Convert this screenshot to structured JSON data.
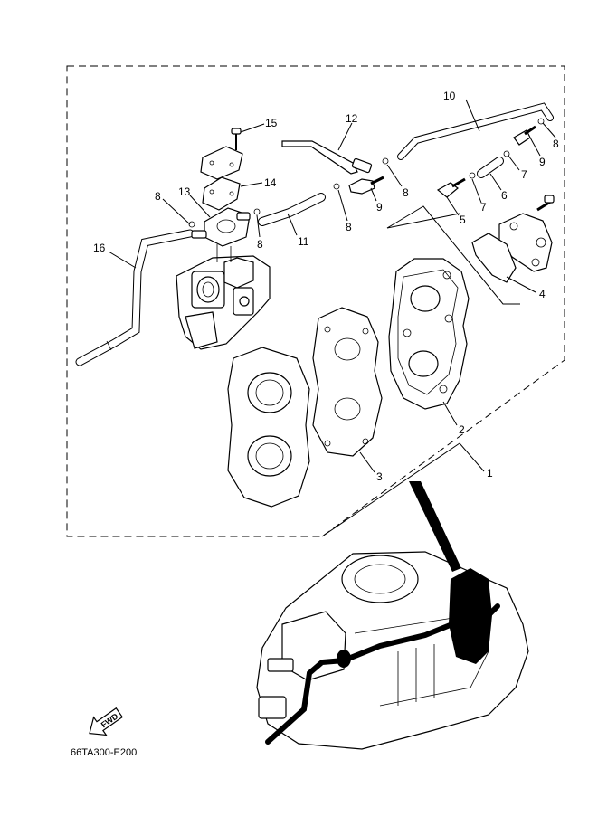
{
  "callouts": [
    {
      "id": "c1",
      "text": "1"
    },
    {
      "id": "c2",
      "text": "2"
    },
    {
      "id": "c3",
      "text": "3"
    },
    {
      "id": "c4",
      "text": "4"
    },
    {
      "id": "c5",
      "text": "5"
    },
    {
      "id": "c6",
      "text": "6"
    },
    {
      "id": "c7a",
      "text": "7"
    },
    {
      "id": "c7b",
      "text": "7"
    },
    {
      "id": "c8a",
      "text": "8"
    },
    {
      "id": "c8b",
      "text": "8"
    },
    {
      "id": "c8c",
      "text": "8"
    },
    {
      "id": "c8d",
      "text": "8"
    },
    {
      "id": "c8e",
      "text": "8"
    },
    {
      "id": "c9a",
      "text": "9"
    },
    {
      "id": "c9b",
      "text": "9"
    },
    {
      "id": "c10",
      "text": "10"
    },
    {
      "id": "c11",
      "text": "11"
    },
    {
      "id": "c12",
      "text": "12"
    },
    {
      "id": "c13",
      "text": "13"
    },
    {
      "id": "c14",
      "text": "14"
    },
    {
      "id": "c15",
      "text": "15"
    },
    {
      "id": "c16",
      "text": "16"
    }
  ],
  "fwd_label": "FWD",
  "diagram_code": "66TA300-E200"
}
